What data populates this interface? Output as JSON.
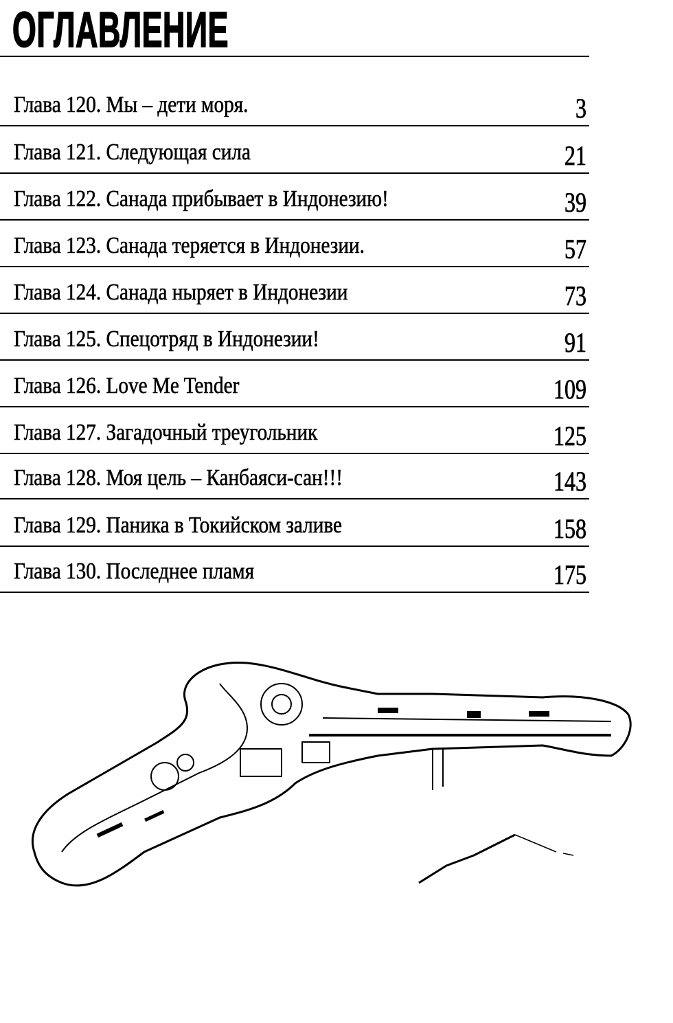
{
  "title": "ОГЛАВЛЕНИЕ",
  "chapters": [
    {
      "label": "Глава 120. Мы – дети моря.",
      "page": "3"
    },
    {
      "label": "Глава 121. Следующая сила",
      "page": "21"
    },
    {
      "label": "Глава 122. Санада прибывает в Индонезию!",
      "page": "39"
    },
    {
      "label": "Глава 123. Санада теряется в Индонезии.",
      "page": "57"
    },
    {
      "label": "Глава 124. Санада ныряет в Индонезии",
      "page": "73"
    },
    {
      "label": "Глава 125. Спецотряд в Индонезии!",
      "page": "91"
    },
    {
      "label": "Глава 126. Love Me Tender",
      "page": "109"
    },
    {
      "label": "Глава 127. Загадочный треугольник",
      "page": "125"
    },
    {
      "label": "Глава 128. Моя цель – Канбаяси-сан!!!",
      "page": "143"
    },
    {
      "label": "Глава 129. Паника в Токийском заливе",
      "page": "158"
    },
    {
      "label": "Глава 130. Последнее пламя",
      "page": "175"
    }
  ]
}
